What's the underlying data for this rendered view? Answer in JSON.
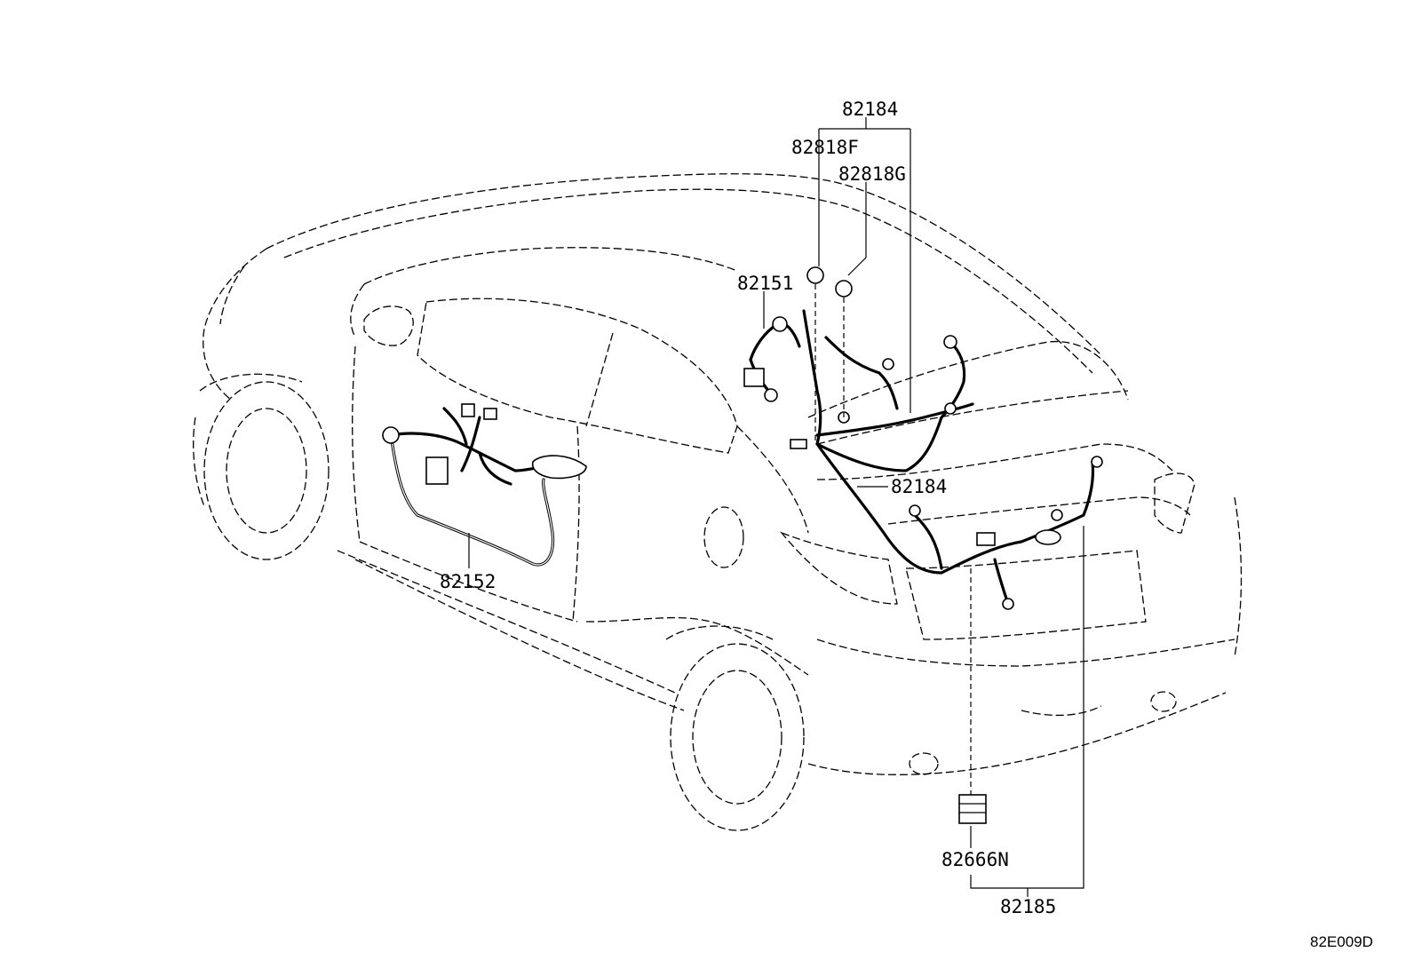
{
  "diagram": {
    "labels": {
      "p82184_top": "82184",
      "p82818F": "82818F",
      "p82818G": "82818G",
      "p82151": "82151",
      "p82184_mid": "82184",
      "p82152": "82152",
      "p82666N": "82666N",
      "p82185": "82185"
    },
    "figure_code": "82E009D"
  }
}
